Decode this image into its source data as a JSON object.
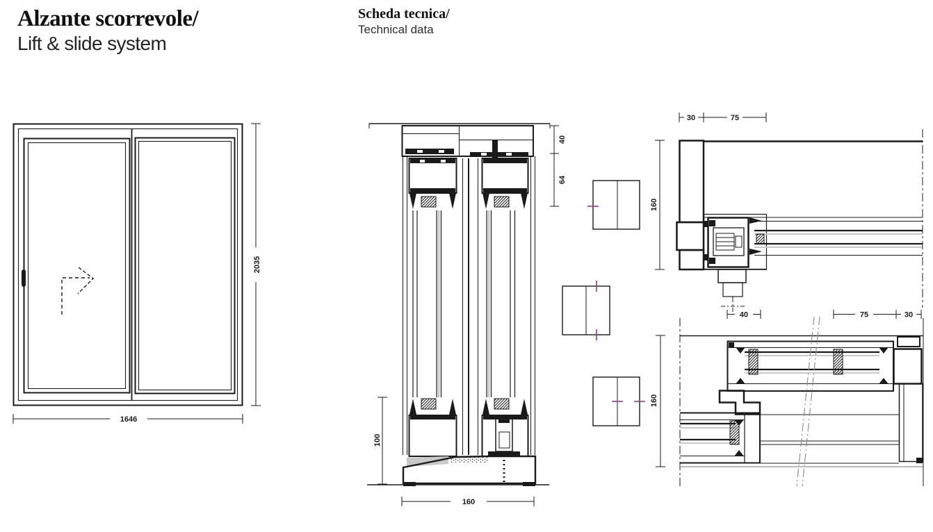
{
  "header": {
    "title_primary": "Alzante scorrevole/",
    "title_secondary": "Lift & slide system",
    "section_primary": "Scheda tecnica/",
    "section_secondary": "Technical data"
  },
  "colors": {
    "ink": "#1a1a1a",
    "accent_magenta": "#94398b",
    "break_line_gray": "#8f8f8f",
    "fill_gray": "#c9c9c9"
  },
  "elevation": {
    "dim_width": "1646",
    "dim_height": "2035"
  },
  "vertical_section": {
    "dim_head": "40",
    "dim_sash_top": "64",
    "dim_bottom_height": "100",
    "dim_depth": "160"
  },
  "plan_detail_top": {
    "dim_frame": "30",
    "dim_sash": "75",
    "dim_depth": "160"
  },
  "plan_detail_bottom": {
    "dim_interlock": "40",
    "dim_sash": "75",
    "dim_frame": "30",
    "dim_depth": "160"
  }
}
